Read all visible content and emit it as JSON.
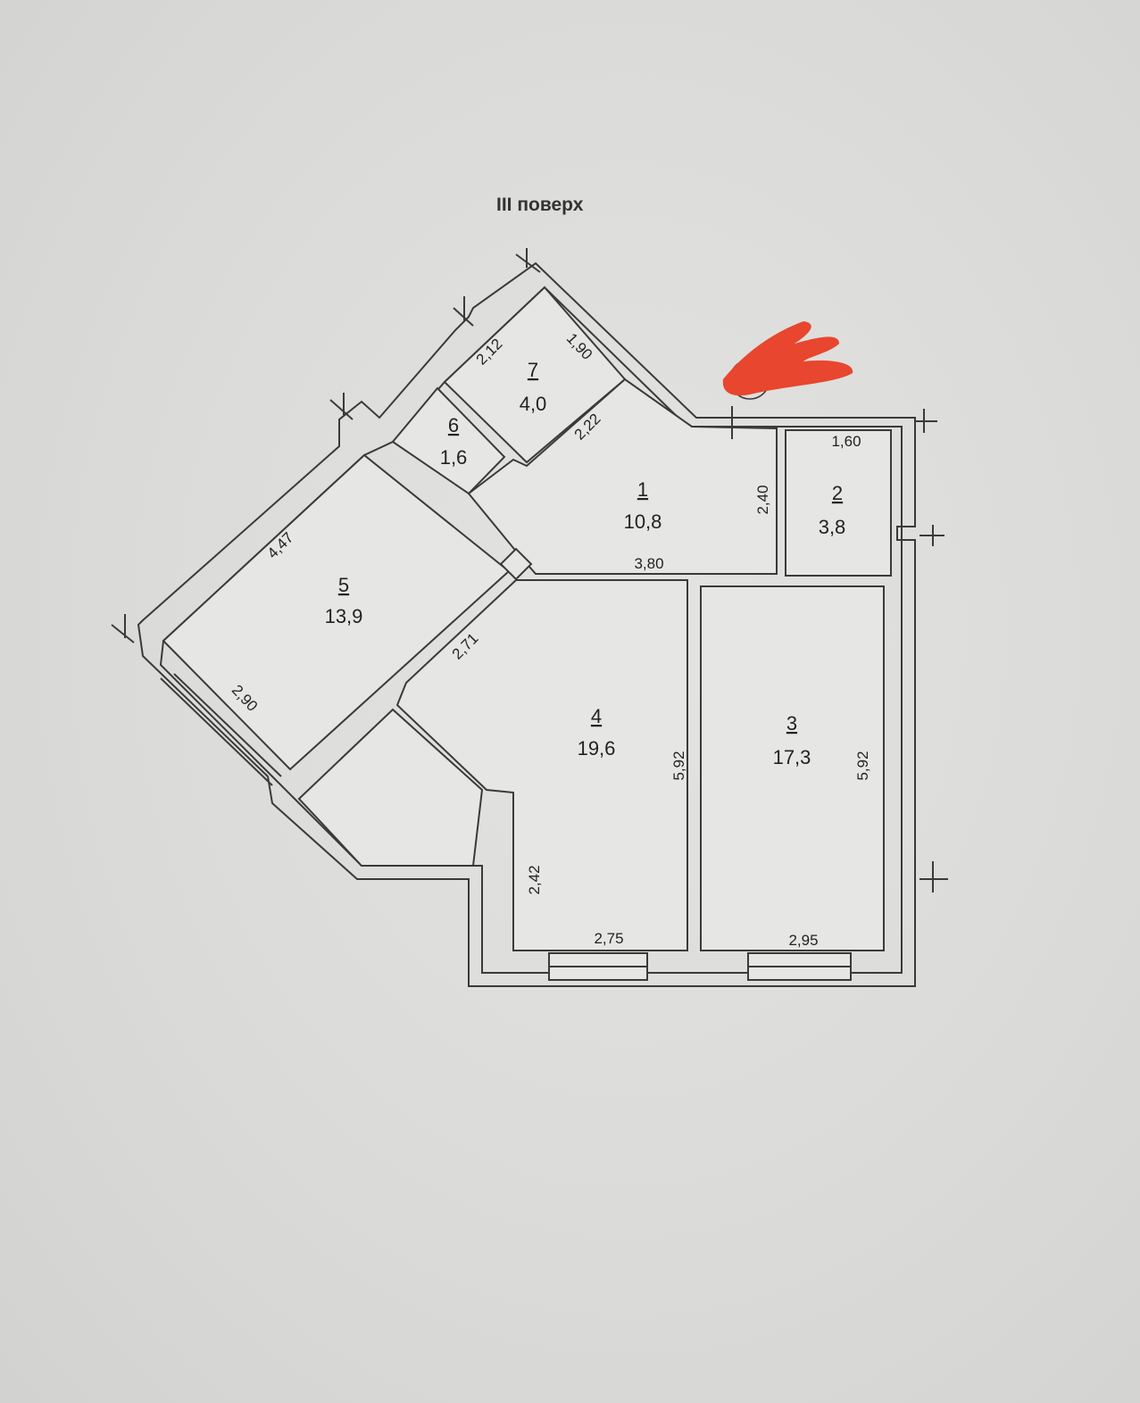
{
  "title": "III поверх",
  "rooms": [
    {
      "number": "1",
      "area": "10,8"
    },
    {
      "number": "2",
      "area": "3,8"
    },
    {
      "number": "3",
      "area": "17,3"
    },
    {
      "number": "4",
      "area": "19,6"
    },
    {
      "number": "5",
      "area": "13,9"
    },
    {
      "number": "6",
      "area": "1,6"
    },
    {
      "number": "7",
      "area": "4,0"
    }
  ],
  "dimensions": {
    "r7_a": "2,12",
    "r7_b": "1,90",
    "r1_a": "2,22",
    "r2_w": "1,60",
    "r1_h": "2,40",
    "r1_w": "3,80",
    "r5_a": "4,47",
    "r4_a": "2,71",
    "r5_b": "2,90",
    "r4_h": "5,92",
    "r3_h": "5,92",
    "r4_b": "2,42",
    "r4_w": "2,75",
    "r3_w": "2,95"
  },
  "colors": {
    "redaction": "#e8462e",
    "line": "#3a3a3a"
  }
}
